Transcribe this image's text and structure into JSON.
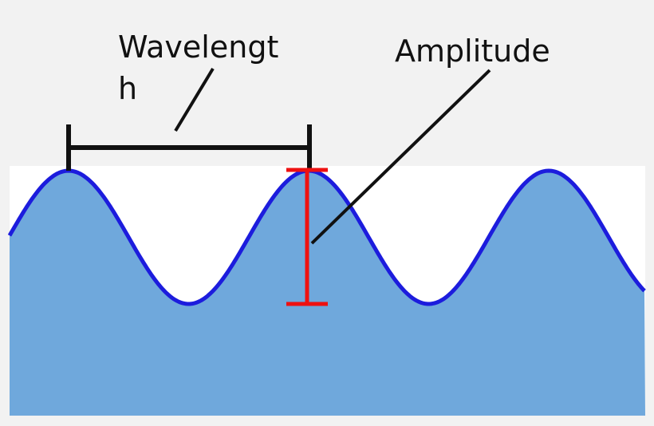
{
  "labels": {
    "wavelength_line1": "Wavelengt",
    "wavelength_line2": "h",
    "amplitude": "Amplitude"
  },
  "colors": {
    "background": "#f2f2f2",
    "panel": "#ffffff",
    "water_fill": "#6fa8dc",
    "wave_stroke": "#1c1cdd",
    "wavelength_marker": "#111111",
    "amplitude_marker": "#ee1111",
    "pointer_line": "#111111"
  }
}
